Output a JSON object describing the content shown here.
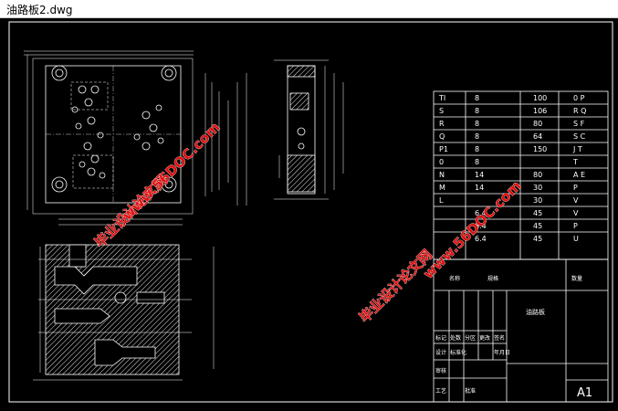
{
  "window": {
    "title": "油路板2.dwg"
  },
  "colors": {
    "background": "#000000",
    "line": "#ffffff",
    "watermark": "#e01010"
  },
  "table": {
    "rows": [
      [
        "TI",
        "8",
        "100",
        "0 P"
      ],
      [
        "S",
        "8",
        "106",
        "R Q"
      ],
      [
        "R",
        "8",
        "80",
        "S F"
      ],
      [
        "Q",
        "8",
        "64",
        "S C"
      ],
      [
        "P1",
        "8",
        "150",
        "J T"
      ],
      [
        "0",
        "8",
        "",
        "T"
      ],
      [
        "N",
        "14",
        "80",
        "A E"
      ],
      [
        "M",
        "14",
        "30",
        "P"
      ],
      [
        "L",
        "",
        "30",
        "V"
      ],
      [
        "",
        "6.4",
        "45",
        "V"
      ],
      [
        "",
        "6.4",
        "45",
        "P"
      ],
      [
        "",
        "6.4",
        "45",
        "U"
      ]
    ],
    "header_labels": [
      "名称",
      "规格",
      "",
      "数量"
    ]
  },
  "title_block": {
    "part_name": "油路板",
    "sheet_size": "A1",
    "labels": [
      "标记",
      "处数",
      "分区",
      "更改",
      "签名",
      "年月日",
      "设计",
      "标准化",
      "审核",
      "工艺",
      "批准"
    ]
  },
  "watermark": {
    "text": "毕业设计论文网",
    "url": "www.56DOC.com"
  }
}
